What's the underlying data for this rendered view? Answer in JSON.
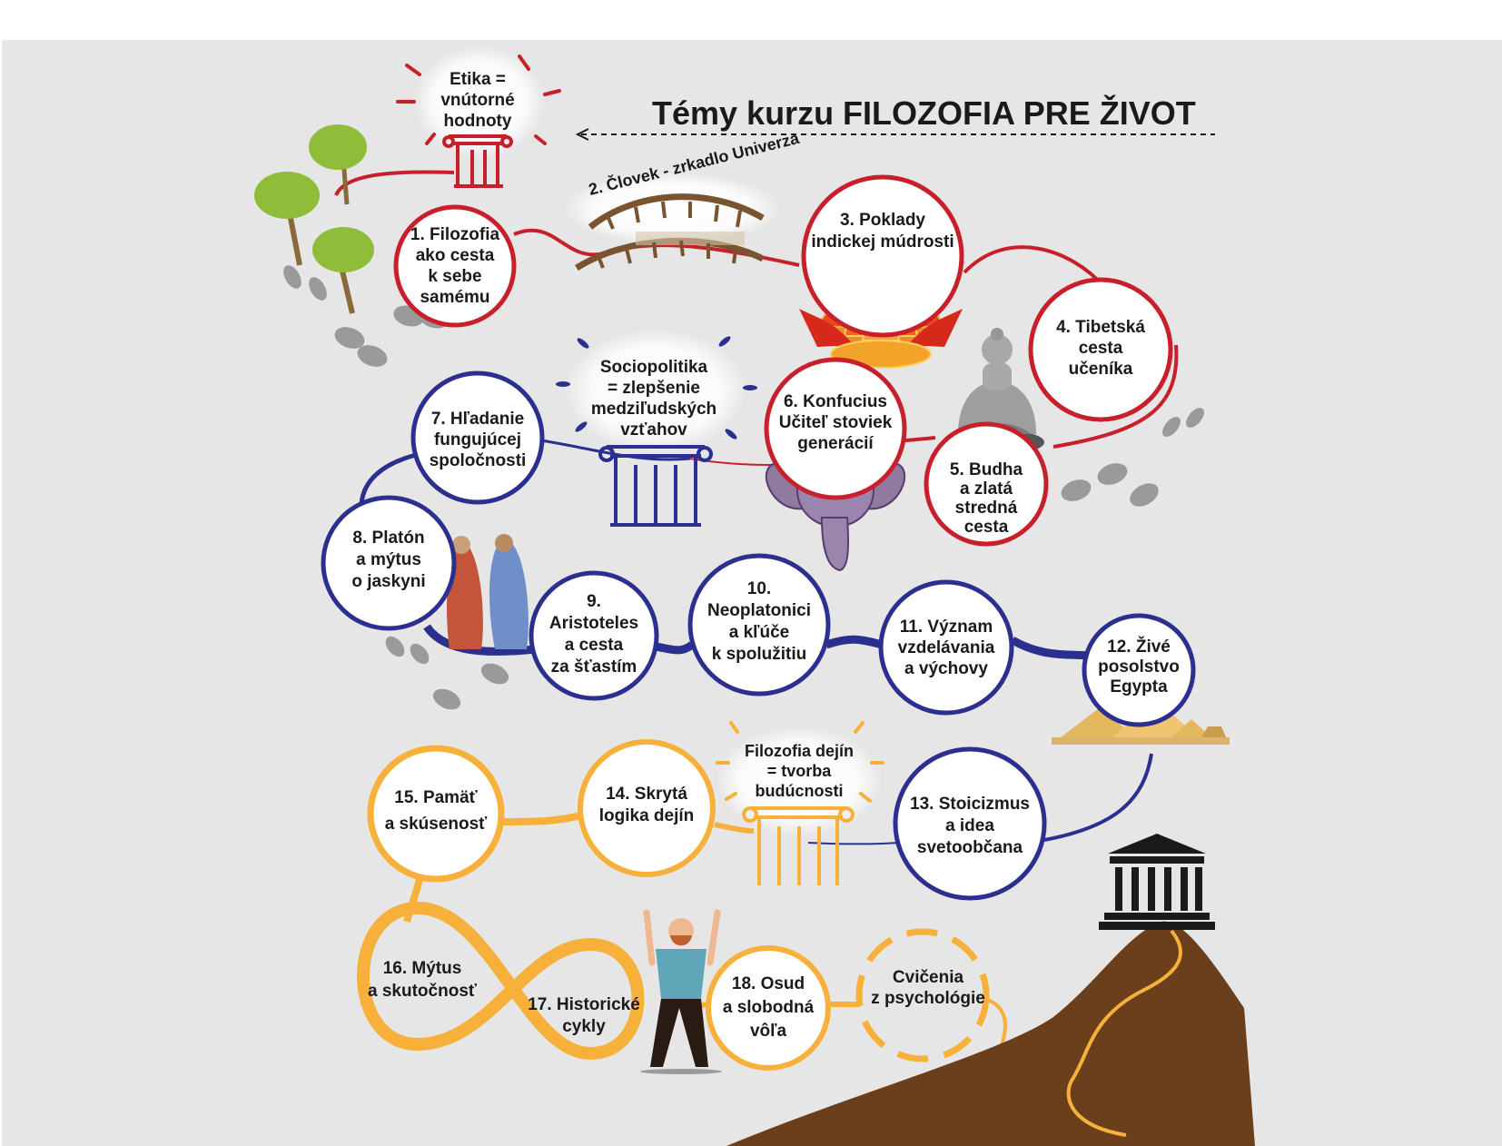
{
  "title": "Témy kurzu FILOZOFIA PRE ŽIVOT",
  "colors": {
    "background": "#e6e6e6",
    "red": "#c8202a",
    "blue": "#2b2f8f",
    "orange": "#f7b03a",
    "mountain": "#6b3f1c",
    "tree_green": "#8fbd3a",
    "trunk": "#8a6a3a"
  },
  "callouts": {
    "etika": [
      "Etika =",
      "vnútorné",
      "hodnoty"
    ],
    "sociopolitika": [
      "Sociopolitika",
      "= zlepšenie",
      "medziľudských",
      "vzťahov"
    ],
    "filozofia_dejin": [
      "Filozofia dejín",
      "= tvorba",
      "budúcnosti"
    ],
    "clovek": "2. Človek - zrkadlo Univerza"
  },
  "topics": [
    {
      "id": 1,
      "lines": [
        "1. Filozofia",
        "ako cesta",
        "k sebe",
        "samému"
      ],
      "color": "red"
    },
    {
      "id": 3,
      "lines": [
        "3. Poklady",
        "indickej múdrosti"
      ],
      "color": "red"
    },
    {
      "id": 4,
      "lines": [
        "4. Tibetská",
        "cesta",
        "učeníka"
      ],
      "color": "red"
    },
    {
      "id": 5,
      "lines": [
        "5. Budha",
        "a zlatá",
        "stredná",
        "cesta"
      ],
      "color": "red"
    },
    {
      "id": 6,
      "lines": [
        "6. Konfucius",
        "Učiteľ stoviek",
        "generácií"
      ],
      "color": "red"
    },
    {
      "id": 7,
      "lines": [
        "7. Hľadanie",
        "fungujúcej",
        "spoločnosti"
      ],
      "color": "blue"
    },
    {
      "id": 8,
      "lines": [
        "8. Platón",
        "a mýtus",
        "o jaskyni"
      ],
      "color": "blue"
    },
    {
      "id": 9,
      "lines": [
        "9.",
        "Aristoteles",
        "a cesta",
        "za šťastím"
      ],
      "color": "blue"
    },
    {
      "id": 10,
      "lines": [
        "10.",
        "Neoplatonici",
        "a kľúče",
        "k spolužitiu"
      ],
      "color": "blue"
    },
    {
      "id": 11,
      "lines": [
        "11. Význam",
        "vzdelávania",
        "a výchovy"
      ],
      "color": "blue"
    },
    {
      "id": 12,
      "lines": [
        "12. Živé",
        "posolstvo",
        "Egypta"
      ],
      "color": "blue"
    },
    {
      "id": 13,
      "lines": [
        "13. Stoicizmus",
        "a idea",
        "svetoobčana"
      ],
      "color": "blue"
    },
    {
      "id": 14,
      "lines": [
        "14. Skrytá",
        "logika dejín"
      ],
      "color": "orange"
    },
    {
      "id": 15,
      "lines": [
        "15. Pamäť",
        "a skúsenosť"
      ],
      "color": "orange"
    },
    {
      "id": 16,
      "lines": [
        "16. Mýtus",
        "a skutočnosť"
      ],
      "color": "orange"
    },
    {
      "id": 17,
      "lines": [
        "17. Historické",
        "cykly"
      ],
      "color": "orange"
    },
    {
      "id": 18,
      "lines": [
        "18. Osud",
        "a slobodná",
        "vôľa"
      ],
      "color": "orange"
    },
    {
      "id": 19,
      "lines": [
        "Cvičenia",
        "z psychológie"
      ],
      "color": "orange"
    }
  ]
}
